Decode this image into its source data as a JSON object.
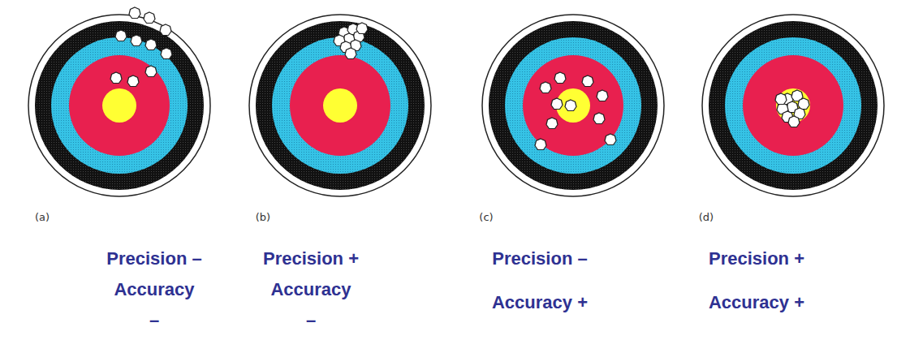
{
  "diagram": {
    "labels": [
      "(a)",
      "(b)",
      "(c)",
      "(d)",
      "Precision –",
      "Accuracy –",
      "Precision +",
      "Accuracy –",
      "Precision –",
      "Accuracy +",
      "Precision +",
      "Accuracy +"
    ]
  }
}
